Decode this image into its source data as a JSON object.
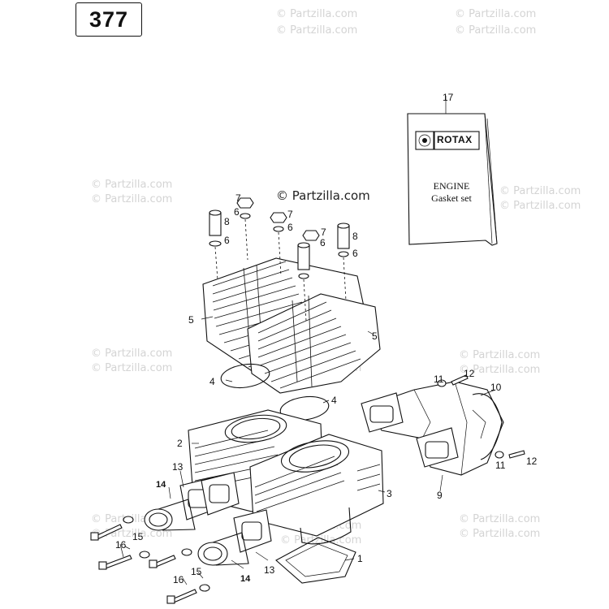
{
  "page_number": "377",
  "watermark_text": "© Partzilla.com",
  "watermark_main": "© Partzilla.com",
  "booklet": {
    "brand": "ROTAX",
    "title_line1": "ENGINE",
    "title_line2": "Gasket set"
  },
  "callouts": {
    "c1": "1",
    "c2": "2",
    "c3": "3",
    "c4a": "4",
    "c4b": "4",
    "c5a": "5",
    "c5b": "5",
    "c6a": "6",
    "c6b": "6",
    "c6c": "6",
    "c6d": "6",
    "c6e": "6",
    "c7a": "7",
    "c7b": "7",
    "c7c": "7",
    "c8a": "8",
    "c8b": "8",
    "c9": "9",
    "c10": "10",
    "c11a": "11",
    "c11b": "11",
    "c12a": "12",
    "c12b": "12",
    "c13a": "13",
    "c13b": "13",
    "c14a": "14",
    "c14b": "14",
    "c15a": "15",
    "c15b": "15",
    "c16a": "16",
    "c16b": "16",
    "c17": "17"
  }
}
